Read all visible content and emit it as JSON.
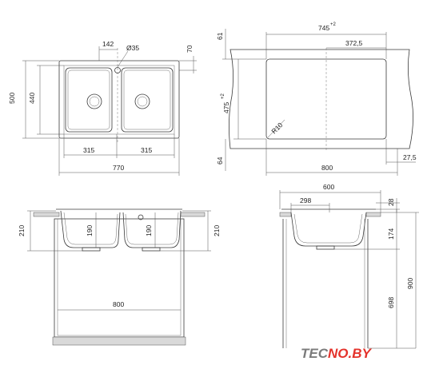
{
  "top_view": {
    "width_770": "770",
    "height_500": "500",
    "height_440": "440",
    "bowl_315_left": "315",
    "bowl_315_right": "315",
    "offset_142": "142",
    "hole_35": "Ø35",
    "edge_70": "70"
  },
  "cutout_view": {
    "width_745": "745",
    "tol_745": "+2",
    "half_372": "372,5",
    "height_475": "475",
    "tol_475": "+2",
    "radius": "R10",
    "edge_61": "61",
    "edge_64": "64",
    "cabinet_800": "800",
    "edge_275": "27,5"
  },
  "front_section": {
    "depth_210_left": "210",
    "depth_190_a": "190",
    "depth_190_b": "190",
    "depth_210_right": "210",
    "cabinet_800": "800"
  },
  "side_section": {
    "width_600": "600",
    "depth_298": "298",
    "edge_28": "28",
    "depth_174": "174",
    "cabinet_698": "698",
    "total_900": "900"
  },
  "brand": {
    "part1": "TEC",
    "part2": "NO",
    "part3": ".BY",
    "color_dark": "#7b7b7b",
    "color_red": "#e4322b"
  }
}
